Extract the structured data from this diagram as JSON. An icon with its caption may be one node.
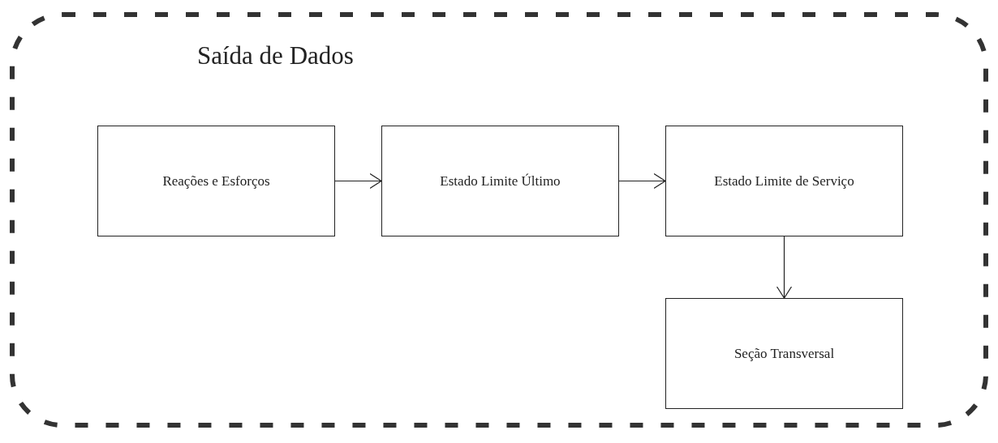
{
  "diagram": {
    "nodes": [
      {
        "text": [
          "Saída de Dados"
        ]
      },
      {
        "text": [
          "Reações e Esforços"
        ],
        "in": 0
      },
      {
        "text": [
          "Estado Limite Último"
        ],
        "in": 0
      },
      {
        "text": [
          "Estado Limite de Serviço"
        ],
        "in": 0
      },
      {
        "text": [
          "Seção Transversal"
        ],
        "in": 0
      }
    ],
    "edges": [
      {
        "from": 1,
        "to": 2,
        "arrow": "to"
      },
      {
        "from": 2,
        "to": 3,
        "arrow": "to"
      },
      {
        "from": 3,
        "to": 4,
        "arrow": "to"
      }
    ]
  }
}
